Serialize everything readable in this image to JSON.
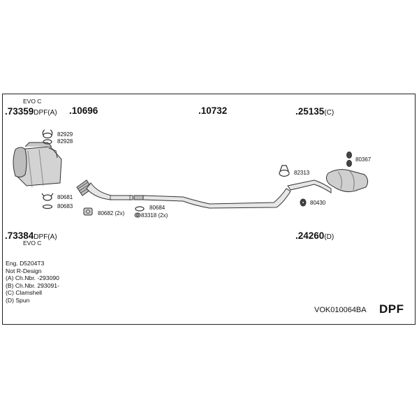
{
  "header": {
    "evo_top": "EVO C",
    "part_left_top": ".73359",
    "part_left_top_suffix": "DPF(A)",
    "part_10696": ".10696",
    "part_10732": ".10732",
    "part_25135": ".25135",
    "part_25135_suffix": "(C)"
  },
  "footer_parts": {
    "part_left_bottom": ".73384",
    "part_left_bottom_suffix": "DPF(A)",
    "evo_bottom": "EVO C",
    "part_24260": ".24260",
    "part_24260_suffix": "(D)"
  },
  "callouts": {
    "c82929": "82929",
    "c82928": "82928",
    "c80681": "80681",
    "c80683": "80683",
    "c80682": "80682 (2x)",
    "c80684": "80684",
    "c83318": "83318 (2x)",
    "c82313": "82313",
    "c80367": "80367",
    "c80430": "80430"
  },
  "notes": [
    "Eng. D5204T3",
    "Not R-Design",
    "(A) Ch.Nbr. -293090",
    "(B) Ch.Nbr. 293091-",
    "(C) Clamshell",
    "(D) Spun"
  ],
  "footer": {
    "code": "VOK010064BA",
    "type": "DPF"
  }
}
